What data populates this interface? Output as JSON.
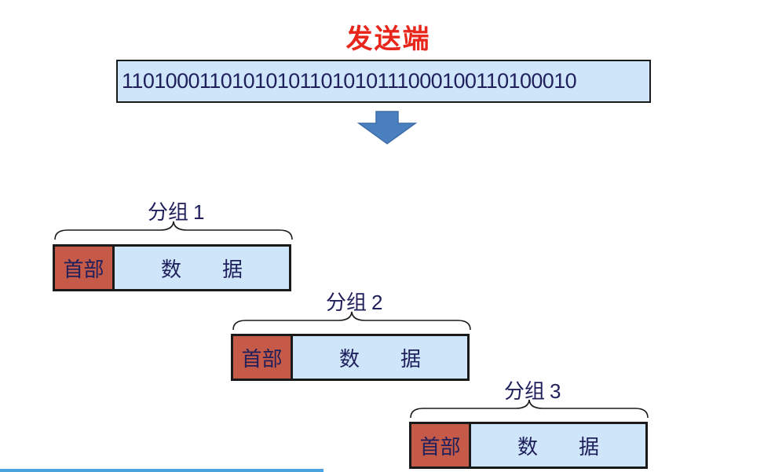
{
  "title": "发送端",
  "bitstream": "11010001101010101101010111000100110100010",
  "colors": {
    "title": "#e8261b",
    "bit_box_fill": "#cfe6fa",
    "header_fill": "#c65a48",
    "arrow_fill": "#4a7fc0",
    "text": "#20205c"
  },
  "packets": [
    {
      "label": "分组",
      "number": "1",
      "header": "首部",
      "data_char_1": "数",
      "data_char_2": "据"
    },
    {
      "label": "分组",
      "number": "2",
      "header": "首部",
      "data_char_1": "数",
      "data_char_2": "据"
    },
    {
      "label": "分组",
      "number": "3",
      "header": "首部",
      "data_char_1": "数",
      "data_char_2": "据"
    }
  ]
}
